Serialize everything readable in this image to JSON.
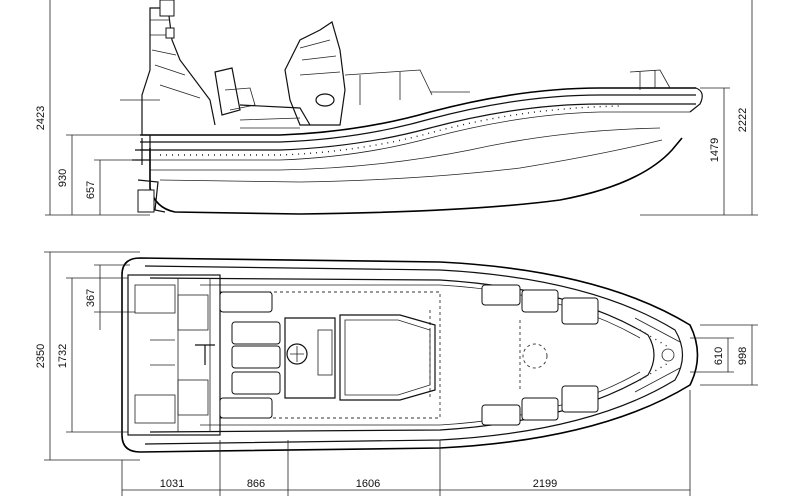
{
  "side_view": {
    "dimensions": {
      "overall_height": "2423",
      "hull_height_1": "930",
      "hull_height_2": "657",
      "bow_height_1": "1479",
      "bow_height_2": "2222"
    }
  },
  "top_view": {
    "dimensions": {
      "overall_width": "2350",
      "inner_width": "1732",
      "pod_offset": "367",
      "bow_width_1": "610",
      "bow_width_2": "998",
      "length_1": "1031",
      "length_2": "866",
      "length_3": "1606",
      "length_4": "2199"
    }
  }
}
